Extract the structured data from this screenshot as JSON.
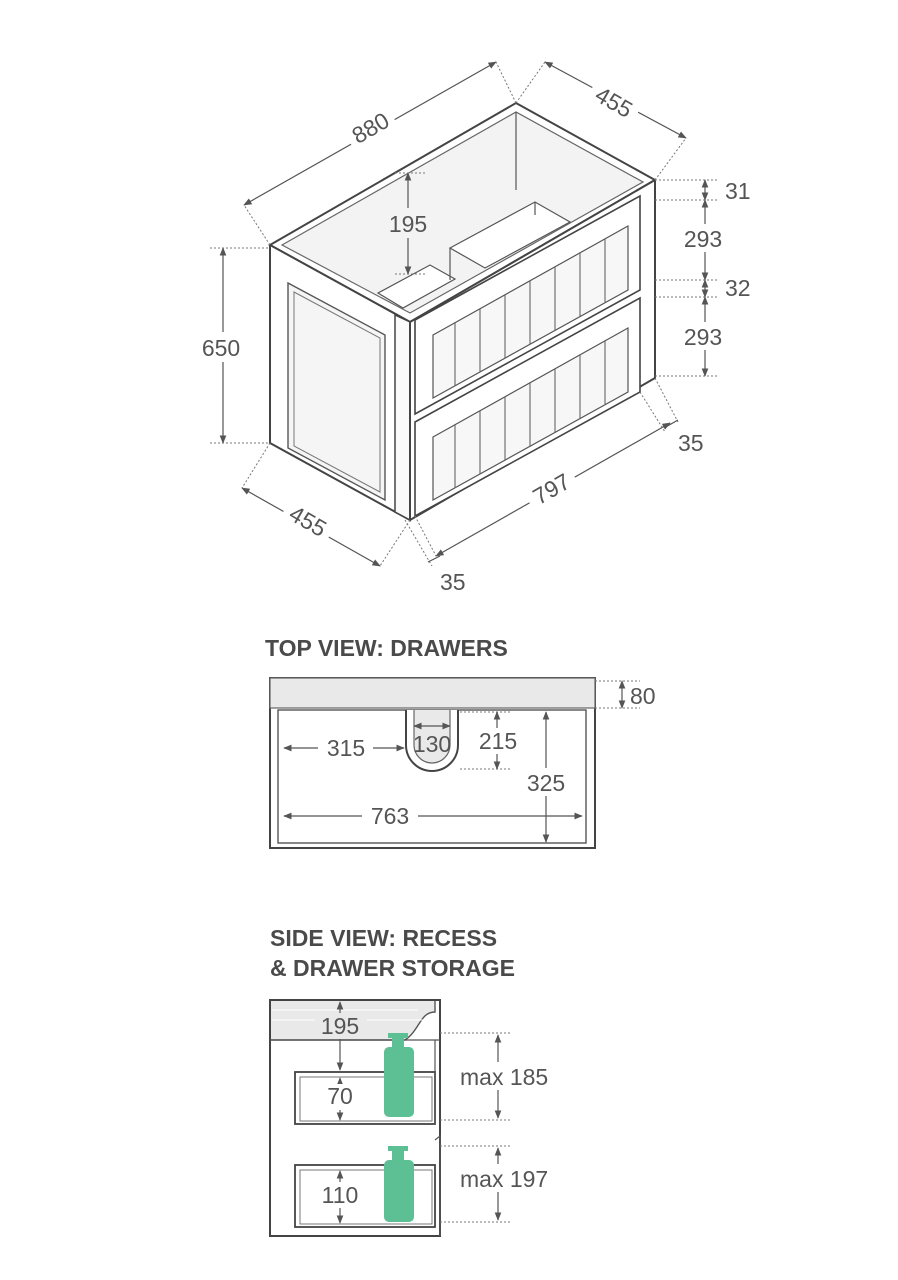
{
  "isometric": {
    "width_label": "880",
    "depth_top_label": "455",
    "depth_bottom_label": "455",
    "height_label": "650",
    "recess_label": "195",
    "front_width_label": "797",
    "side_front_label": "35",
    "side_back_label": "35",
    "top_rail_label": "31",
    "drawer1_label": "293",
    "mid_rail_label": "32",
    "drawer2_label": "293"
  },
  "top_view": {
    "title": "TOP VIEW: DRAWERS",
    "back_label": "80",
    "cutout_width_label": "130",
    "cutout_depth_label": "215",
    "offset_label": "315",
    "inner_depth_label": "325",
    "inner_width_label": "763"
  },
  "side_view": {
    "title_line1": "SIDE VIEW: RECESS",
    "title_line2": "& DRAWER STORAGE",
    "recess_label": "195",
    "drawer1_inner_label": "70",
    "drawer1_max_label": "max 185",
    "drawer2_inner_label": "110",
    "drawer2_max_label": "max 197"
  },
  "colors": {
    "line": "#555555",
    "bottle": "#5dbf94",
    "panel_fill": "#e9e9e9"
  }
}
